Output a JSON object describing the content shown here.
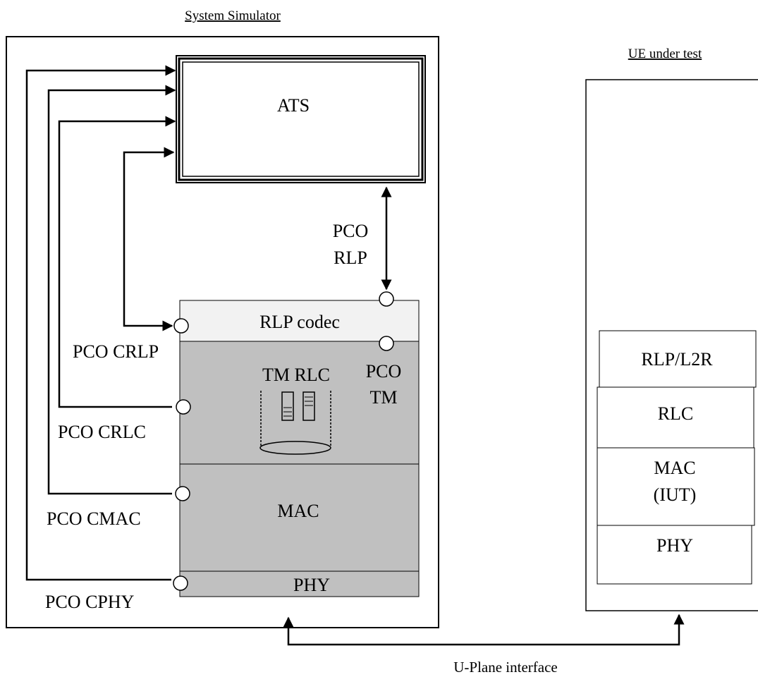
{
  "system_simulator": {
    "title": "System Simulator",
    "ats_label": "ATS",
    "pco_rlp_line1": "PCO",
    "pco_rlp_line2": "RLP",
    "rlp_codec_label": "RLP codec",
    "tm_rlc_label": "TM RLC",
    "pco_tm_line1": "PCO",
    "pco_tm_line2": "TM",
    "mac_label": "MAC",
    "phy_label": "PHY",
    "pco_crlp_label": "PCO CRLP",
    "pco_crlc_label": "PCO CRLC",
    "pco_cmac_label": "PCO CMAC",
    "pco_cphy_label": "PCO CPHY"
  },
  "ue": {
    "title": "UE under test",
    "rlp_l2r_label": "RLP/L2R",
    "rlc_label": "RLC",
    "mac_line1": "MAC",
    "mac_line2": "(IUT)",
    "phy_label": "PHY"
  },
  "interface": {
    "label": "U-Plane interface"
  },
  "colors": {
    "layer_fill": "#c0c0c0",
    "codec_fill": "#f2f2f2",
    "line": "#000000"
  }
}
